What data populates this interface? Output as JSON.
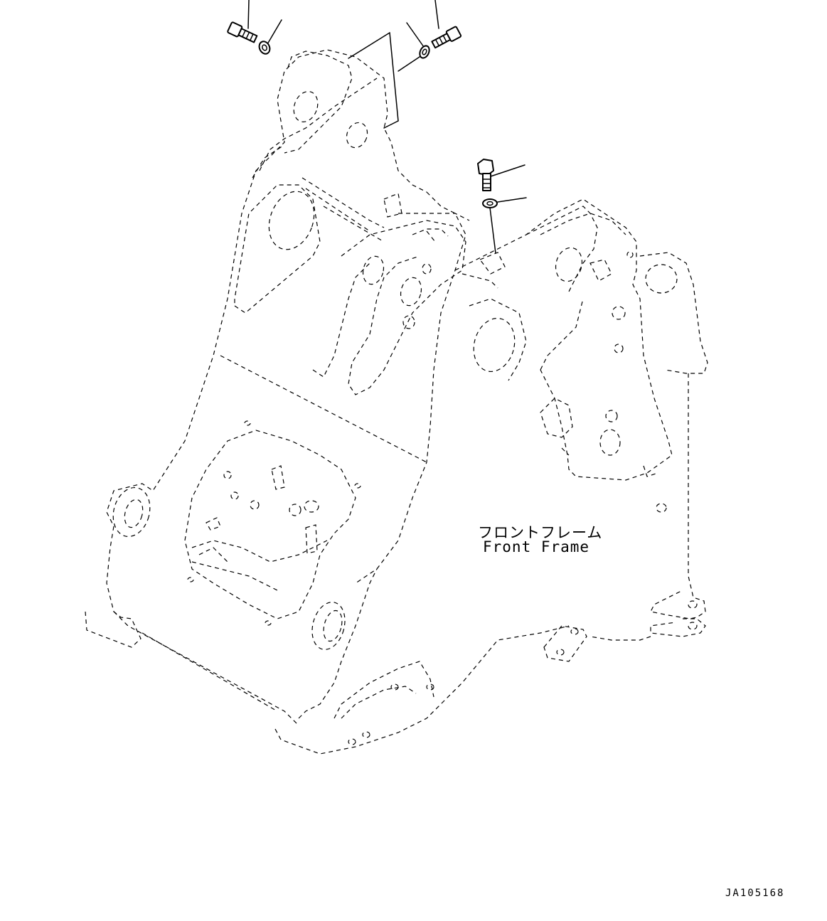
{
  "part_label": {
    "japanese": "フロントフレーム",
    "english": "Front Frame"
  },
  "drawing_number": "JA105168",
  "colors": {
    "line": "#000000",
    "background": "#ffffff"
  },
  "callouts": [
    "bolt",
    "washer",
    "washer",
    "bolt",
    "bolt",
    "washer"
  ]
}
